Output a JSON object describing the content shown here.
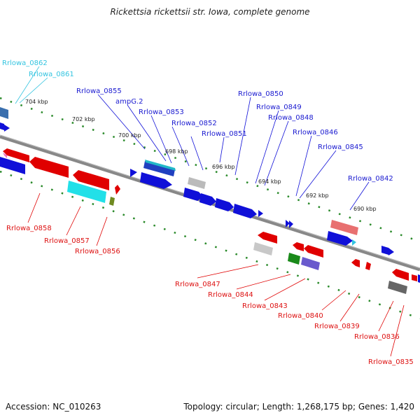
{
  "title": "Rickettsia rickettsii str. Iowa, complete genome",
  "footer": {
    "accession": "Accession: NC_010263",
    "info": "Topology: circular; Length: 1,268,175 bp; Genes: 1,420"
  },
  "colors": {
    "forward": "#1010d8",
    "reverse": "#e00000",
    "backbone": "#888888",
    "gc_marks": "#2a8a2a",
    "label_forward": "#1a1ad0",
    "label_reverse": "#dd1111",
    "label_highlight": "#33c4e0"
  },
  "ticks": [
    "704 kbp",
    "702 kbp",
    "700 kbp",
    "698 kbp",
    "696 kbp",
    "694 kbp",
    "692 kbp",
    "690 kbp"
  ],
  "labels_forward": [
    "Rrlowa_0855",
    "ampG.2",
    "Rrlowa_0853",
    "Rrlowa_0852",
    "Rrlowa_0851",
    "Rrlowa_0850",
    "Rrlowa_0849",
    "Rrlowa_0848",
    "Rrlowa_0846",
    "Rrlowa_0845",
    "Rrlowa_0842"
  ],
  "labels_highlight": [
    "Rrlowa_0862",
    "Rrlowa_0861"
  ],
  "labels_reverse": [
    "Rrlowa_0858",
    "Rrlowa_0857",
    "Rrlowa_0856",
    "Rrlowa_0847",
    "Rrlowa_0844",
    "Rrlowa_0843",
    "Rrlowa_0840",
    "Rrlowa_0839",
    "Rrlowa_0836",
    "Rrlowa_0835"
  ]
}
